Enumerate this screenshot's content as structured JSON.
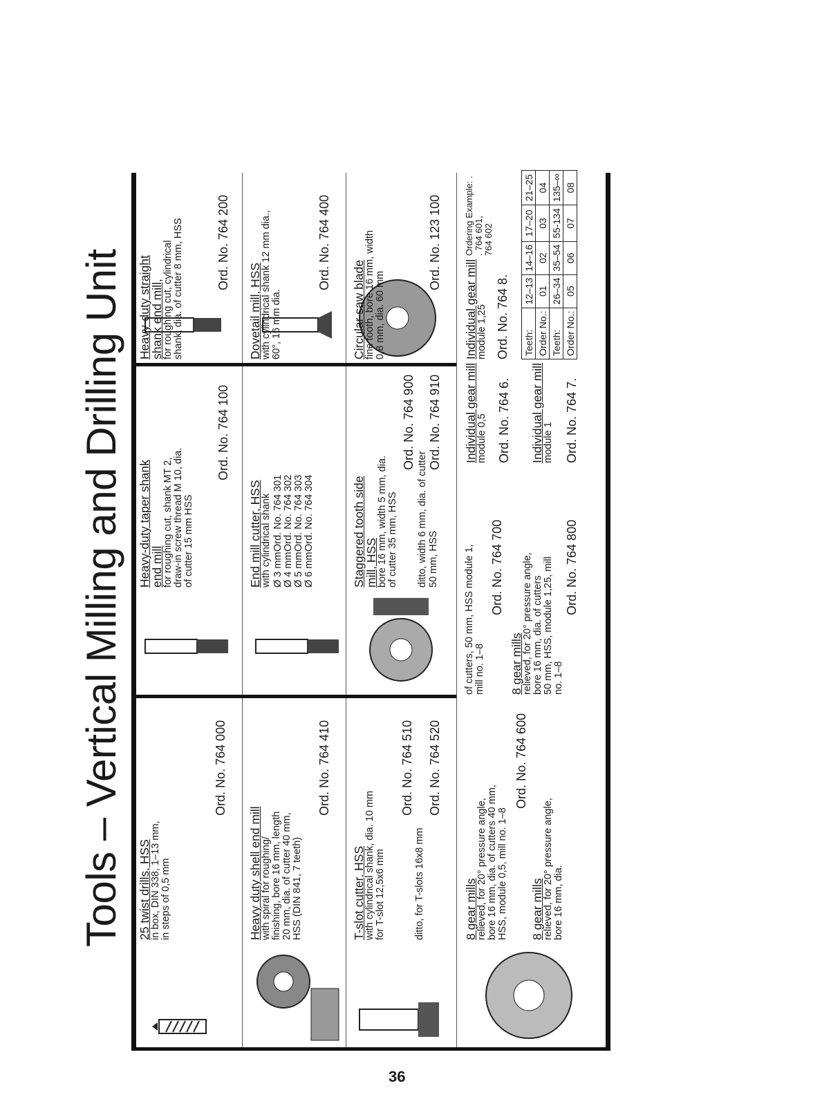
{
  "title": "Tools – Vertical Milling and Drilling Unit",
  "page_number": "36",
  "cells": {
    "twist_drills": {
      "title": "25 twist drills, HSS",
      "desc": "in box, DIN 338, 1–13 mm,\nin steps of 0,5 mm",
      "ord": "Ord. No. 764 000"
    },
    "shell_end_mill": {
      "title": "Heavy duty shell end mill",
      "desc": "with spiral for roughing/\nfinishing, bore 16 mm, length\n20 mm, dia. of cutter 40 mm,\nHSS (DIN 841, 7 teeth)",
      "ord": "Ord. No. 764 410"
    },
    "tslot": {
      "title": "T-slot cutter, HSS",
      "desc": "with cylindrical shank, dia. 10 mm\nfor T-slot 12,5x6 mm",
      "ord": "Ord. No. 764 510",
      "ditto": "ditto, for T-slots 16x8 mm",
      "ord2": "Ord. No. 764 520"
    },
    "taper_shank": {
      "title": "Heavy-duty taper shank\nend mill",
      "desc": "for roughing cut, shank MT 2,\ndraw-in screw thread M 10, dia.\nof cutter 15 mm HSS",
      "ord": "Ord. No. 764 100"
    },
    "end_mill_cutter": {
      "title": "End mill cutter, HSS",
      "desc": "with cylindrical shank",
      "rows": [
        {
          "d": "Ø 3 mm",
          "o": "Ord. No. 764 301"
        },
        {
          "d": "Ø 4 mm",
          "o": "Ord. No. 764 302"
        },
        {
          "d": "Ø 5 mm",
          "o": "Ord. No. 764 303"
        },
        {
          "d": "Ø 6 mm",
          "o": "Ord. No. 764 304"
        }
      ]
    },
    "staggered": {
      "title": "Staggered tooth side\nmill, HSS",
      "desc": "bore 16 mm, width 5 mm, dia.\nof cutter 35 mm, HSS",
      "ord": "Ord. No. 764 900",
      "ditto": "ditto, width 6 mm, dia. of cutter",
      "ditto2": "50 mm, HSS",
      "ord2": "Ord. No. 764 910"
    },
    "straight_shank": {
      "title": "Heavy-duty straight\nshank end mill,",
      "desc": "for roughing cut, cylindrical\nshank, dia. of cutter 8 mm, HSS",
      "ord": "Ord. No. 764 200"
    },
    "dovetail": {
      "title": "Dovetail mill, HSS",
      "desc": "with cylindrical shank 12 mm dia.,\n60°, 16 mm dia.",
      "ord": "Ord. No. 764 400"
    },
    "saw_blade": {
      "title": "Circular saw blade",
      "desc": "fine tooth, bore 16 mm, width\n0,8 mm, dia. 60 mm",
      "ord": "Ord. No. 123 100"
    }
  },
  "gear_row": {
    "gm1": {
      "title": "8 gear mills",
      "desc": "relieved, for 20° pressure angle,\nbore 16 mm, dia. of cutters 40 mm,\nHSS, module 0,5, mill no. 1–8",
      "ord": "Ord. No. 764 600"
    },
    "gm2": {
      "title": "8 gear mills",
      "desc": "relieved, for 20° pressure angle,\nbore 16 mm, dia."
    },
    "gm2_cont": {
      "desc": "of cutters, 50 mm, HSS module 1,\nmill no. 1–8",
      "ord": "Ord. No. 764 700"
    },
    "gm3": {
      "title": "8 gear mills",
      "desc": "relieved, for 20° pressure angle,\nbore 16 mm, dia. of cutters\n50 mm, HSS, module 1,25, mill\nno. 1–8",
      "ord": "Ord. No. 764 800"
    },
    "ig1": {
      "title": "Individual gear mill",
      "desc": "module 0,5",
      "ord": "Ord. No. 764 6."
    },
    "ig2": {
      "title": "Individual gear mill",
      "desc": "module 1",
      "ord": "Ord. No. 764 7."
    },
    "ig3": {
      "title": "Individual gear mill",
      "desc": "module 1,25",
      "ord": "Ord. No. 764 8."
    },
    "ordering": {
      "text": "Ordering Example: . . 764 601,\n764 602"
    },
    "table": {
      "rows": [
        [
          "Teeth:",
          "12–13",
          "14–16",
          "17–20",
          "21–25"
        ],
        [
          "Order No.:",
          "01",
          "02",
          "03",
          "04"
        ],
        [
          "Teeth:",
          "26–34",
          "35–54",
          "55-134",
          "135–∞"
        ],
        [
          "Order No.:",
          "05",
          "06",
          "07",
          "08"
        ]
      ]
    }
  }
}
